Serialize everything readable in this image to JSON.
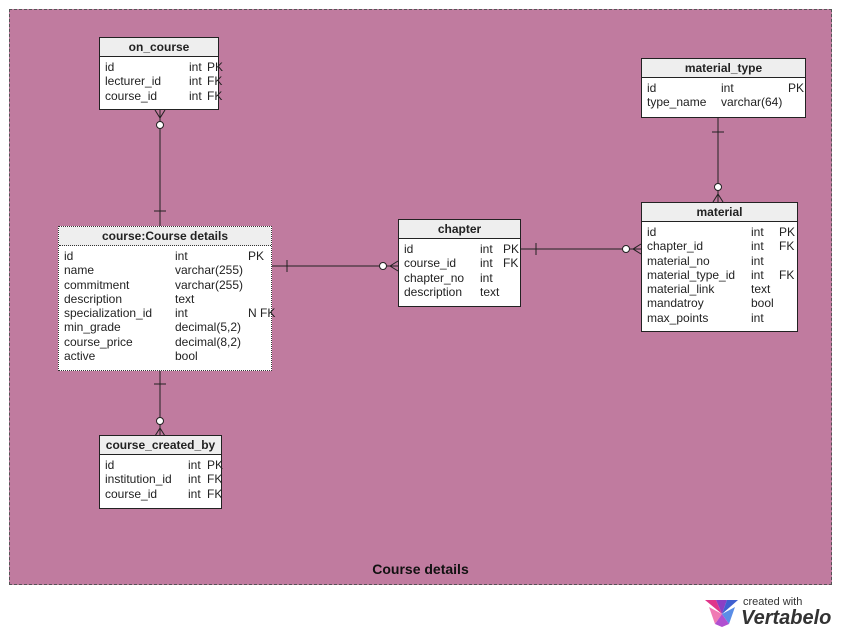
{
  "subject_area": {
    "label": "Course details"
  },
  "tables": {
    "on_course": {
      "name": "on_course",
      "columns": [
        {
          "name": "id",
          "type": "int",
          "key": "PK"
        },
        {
          "name": "lecturer_id",
          "type": "int",
          "key": "FK"
        },
        {
          "name": "course_id",
          "type": "int",
          "key": "FK"
        }
      ]
    },
    "course": {
      "name": "course:Course details",
      "columns": [
        {
          "name": "id",
          "type": "int",
          "key": "PK"
        },
        {
          "name": "name",
          "type": "varchar(255)",
          "key": ""
        },
        {
          "name": "commitment",
          "type": "varchar(255)",
          "key": ""
        },
        {
          "name": "description",
          "type": "text",
          "key": ""
        },
        {
          "name": "specialization_id",
          "type": "int",
          "key": "N FK"
        },
        {
          "name": "min_grade",
          "type": "decimal(5,2)",
          "key": ""
        },
        {
          "name": "course_price",
          "type": "decimal(8,2)",
          "key": ""
        },
        {
          "name": "active",
          "type": "bool",
          "key": ""
        }
      ]
    },
    "course_created_by": {
      "name": "course_created_by",
      "columns": [
        {
          "name": "id",
          "type": "int",
          "key": "PK"
        },
        {
          "name": "institution_id",
          "type": "int",
          "key": "FK"
        },
        {
          "name": "course_id",
          "type": "int",
          "key": "FK"
        }
      ]
    },
    "chapter": {
      "name": "chapter",
      "columns": [
        {
          "name": "id",
          "type": "int",
          "key": "PK"
        },
        {
          "name": "course_id",
          "type": "int",
          "key": "FK"
        },
        {
          "name": "chapter_no",
          "type": "int",
          "key": ""
        },
        {
          "name": "description",
          "type": "text",
          "key": ""
        }
      ]
    },
    "material_type": {
      "name": "material_type",
      "columns": [
        {
          "name": "id",
          "type": "int",
          "key": "PK"
        },
        {
          "name": "type_name",
          "type": "varchar(64)",
          "key": ""
        }
      ]
    },
    "material": {
      "name": "material",
      "columns": [
        {
          "name": "id",
          "type": "int",
          "key": "PK"
        },
        {
          "name": "chapter_id",
          "type": "int",
          "key": "FK"
        },
        {
          "name": "material_no",
          "type": "int",
          "key": ""
        },
        {
          "name": "material_type_id",
          "type": "int",
          "key": "FK"
        },
        {
          "name": "material_link",
          "type": "text",
          "key": ""
        },
        {
          "name": "mandatroy",
          "type": "bool",
          "key": ""
        },
        {
          "name": "max_points",
          "type": "int",
          "key": ""
        }
      ]
    }
  },
  "relationships": [
    {
      "one": "course",
      "many": "on_course",
      "many_optional": true
    },
    {
      "one": "course",
      "many": "course_created_by",
      "many_optional": true
    },
    {
      "one": "course",
      "many": "chapter",
      "many_optional": true
    },
    {
      "one": "chapter",
      "many": "material",
      "many_optional": true
    },
    {
      "one": "material_type",
      "many": "material",
      "many_optional": true
    }
  ],
  "watermark": {
    "created_with": "created with",
    "brand": "Vertabelo"
  },
  "colors": {
    "subject_area": "#c07b9f",
    "table_header": "#eeeeee",
    "line": "#222222"
  }
}
